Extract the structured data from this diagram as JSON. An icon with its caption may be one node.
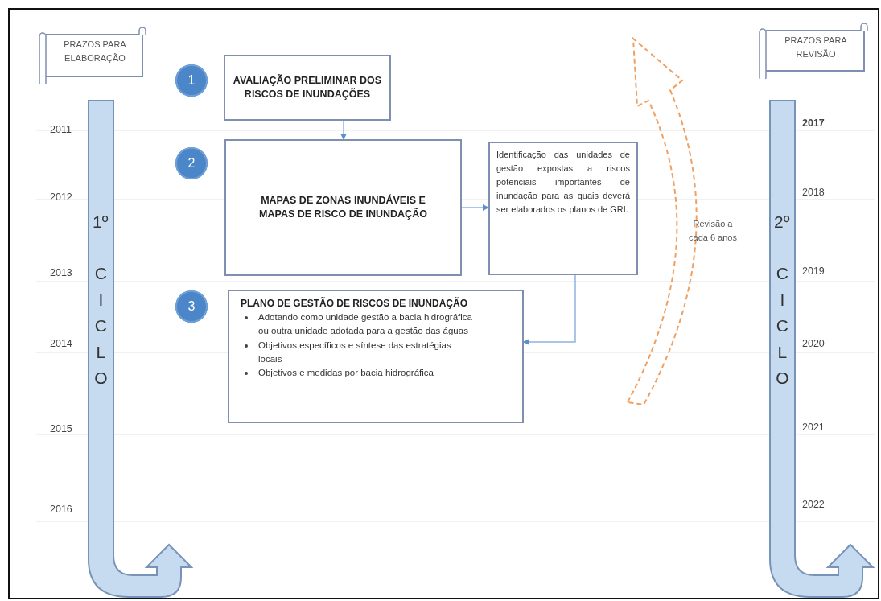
{
  "diagram": {
    "nodes": [
      {
        "text": [
          "PRAZOS PARA ELABORAÇÃO"
        ]
      },
      {
        "text": [
          "1º",
          "CICLO"
        ]
      },
      {
        "text": [
          "1"
        ]
      },
      {
        "text": [
          "AVALIAÇÃO PRELIMINAR DOS RISCOS DE INUNDAÇÕES"
        ]
      },
      {
        "text": [
          "2"
        ]
      },
      {
        "text": [
          "MAPAS DE ZONAS INUNDÁVEIS E MAPAS DE RISCO DE INUNDAÇÃO"
        ]
      },
      {
        "text": [
          "Identificação das unidades de gestão expostas a riscos potenciais importantes de inundação para as quais deverá ser elaborados os planos de GRI."
        ]
      },
      {
        "text": [
          "3"
        ]
      },
      {
        "text": [
          "PLANO DE GESTÃO DE RISCOS DE INUNDAÇÃO",
          "Adotando como unidade gestão a bacia hidrográfica ou outra unidade  adotada para a gestão das águas",
          "Objetivos específicos e síntese das estratégias locais",
          "Objetivos e medidas por bacia hidrográfica"
        ]
      },
      {
        "text": [
          "PRAZOS PARA REVISÃO"
        ]
      },
      {
        "text": [
          "2º",
          "CICLO"
        ]
      }
    ],
    "edges": [
      {
        "from": 3,
        "to": 5,
        "arrow": "to"
      },
      {
        "from": 5,
        "to": 6,
        "arrow": "to"
      },
      {
        "from": 6,
        "to": 8,
        "arrow": "to"
      }
    ],
    "labels": [
      "2011",
      "2012",
      "2013",
      "2014",
      "2015",
      "2016",
      "Revisão a cada 6 anos",
      "2017",
      "2018",
      "2019",
      "2020",
      "2021",
      "2022"
    ]
  }
}
